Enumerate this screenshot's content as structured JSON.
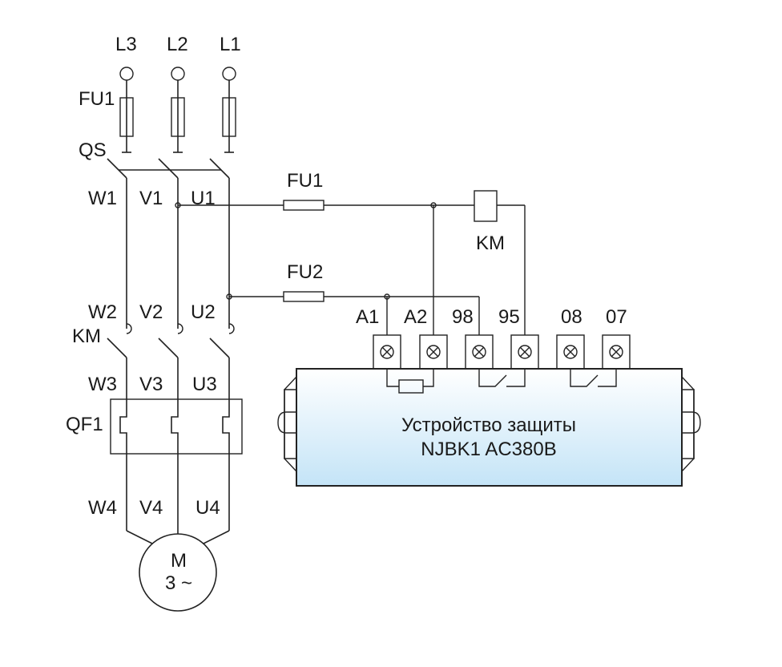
{
  "phases": {
    "l3": "L3",
    "l2": "L2",
    "l1": "L1"
  },
  "labels": {
    "fu1_main": "FU1",
    "qs": "QS",
    "w1": "W1",
    "v1": "V1",
    "u1": "U1",
    "fu1_ctrl": "FU1",
    "fu2_ctrl": "FU2",
    "km_coil": "KM",
    "w2": "W2",
    "v2": "V2",
    "u2": "U2",
    "km_contact": "KM",
    "w3": "W3",
    "v3": "V3",
    "u3": "U3",
    "qf1": "QF1",
    "w4": "W4",
    "v4": "V4",
    "u4": "U4"
  },
  "motor": {
    "line1": "M",
    "line2": "3 ~"
  },
  "terminals": [
    "A1",
    "A2",
    "98",
    "95",
    "08",
    "07"
  ],
  "device": {
    "line1": "Устройство защиты",
    "line2": "NJBK1 AC380В"
  },
  "colors": {
    "device_top": "#ffffff",
    "device_bottom": "#c4e4f7",
    "line": "#222222"
  }
}
